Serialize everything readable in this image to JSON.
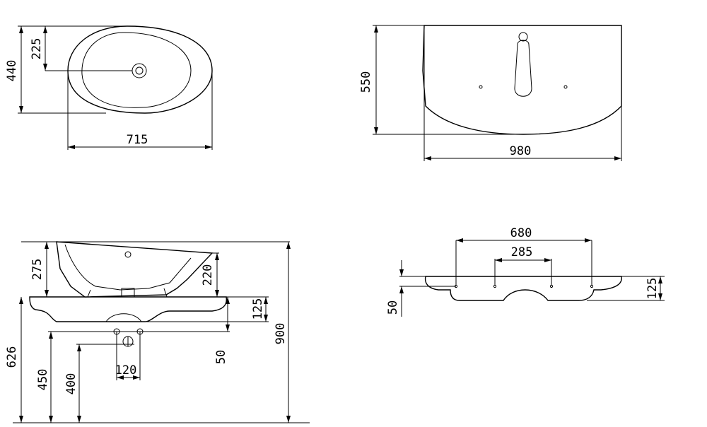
{
  "top_view": {
    "height": "440",
    "hole_offset": "225",
    "width": "715"
  },
  "front_view": {
    "height": "550",
    "width": "980"
  },
  "side_view": {
    "basin_height": "275",
    "rim_height": "220",
    "counter_thickness": "125",
    "pipe_offset": "50",
    "trap_width": "120",
    "top_height": "900",
    "floor_626": "626",
    "floor_450": "450",
    "floor_400": "400"
  },
  "counter_view": {
    "hole_spacing_outer": "680",
    "hole_spacing_inner": "285",
    "ledge": "50",
    "thickness": "125"
  }
}
